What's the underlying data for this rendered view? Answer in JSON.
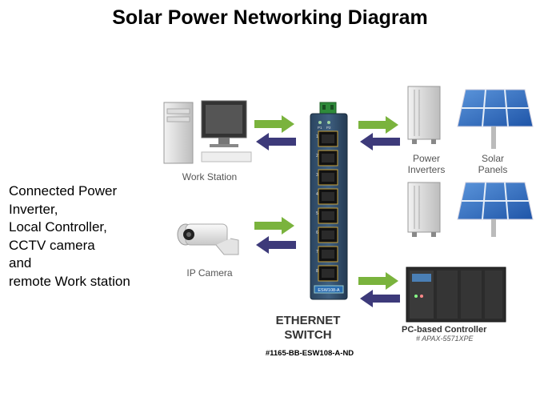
{
  "title": "Solar Power Networking Diagram",
  "description_lines": [
    "Connected Power",
    "Inverter,",
    "Local Controller,",
    "CCTV camera",
    "and",
    "remote Work station"
  ],
  "devices": {
    "workstation": "Work Station",
    "ip_camera": "IP Camera",
    "power_inverters": [
      "Power",
      "Inverters"
    ],
    "solar_panels": [
      "Solar",
      "Panels"
    ],
    "controller_name": "PC-based Controller",
    "controller_model": "# APAX-5571XPE"
  },
  "switch": {
    "caption": [
      "ETHERNET",
      "SWITCH"
    ],
    "label": "ESW108-A",
    "part_number": "#1165-BB-ESW108-A-ND",
    "port_numbers": [
      "1",
      "2",
      "3",
      "4",
      "5",
      "6",
      "7",
      "8"
    ],
    "led_labels": [
      "P1",
      "P2"
    ]
  },
  "colors": {
    "arrow_in": "#7ab33d",
    "arrow_out": "#3d3a7a",
    "switch_body": "#34506b",
    "panel_blue": "#2f6fc0"
  }
}
